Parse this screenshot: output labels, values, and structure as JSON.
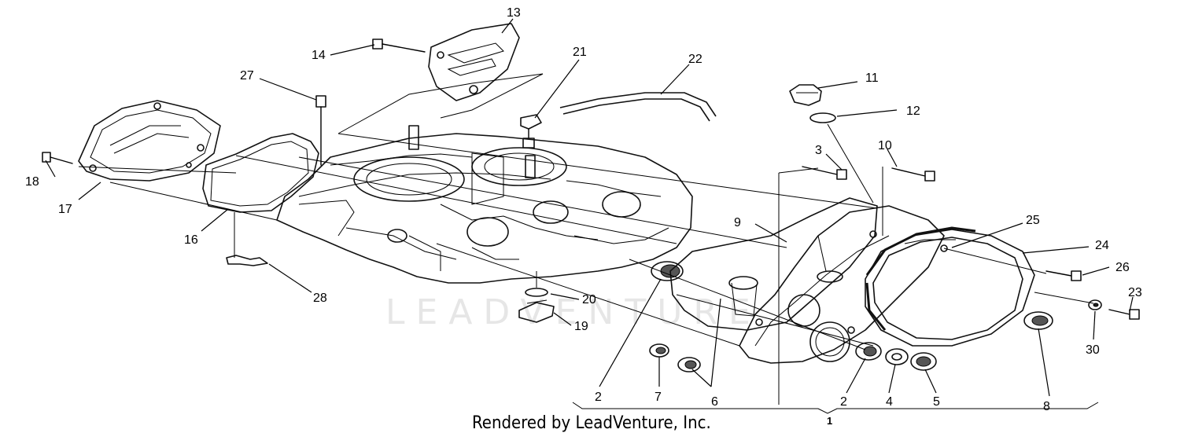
{
  "watermark": "LEADVENTURE",
  "credit": "Rendered by LeadVenture, Inc.",
  "callouts": {
    "c1": "1",
    "c2a": "2",
    "c2b": "2",
    "c3": "3",
    "c4": "4",
    "c5": "5",
    "c6": "6",
    "c7": "7",
    "c8": "8",
    "c9": "9",
    "c10": "10",
    "c11": "11",
    "c12": "12",
    "c13": "13",
    "c14": "14",
    "c16": "16",
    "c17": "17",
    "c18": "18",
    "c19": "19",
    "c20": "20",
    "c21": "21",
    "c22": "22",
    "c23": "23",
    "c24": "24",
    "c25": "25",
    "c26": "26",
    "c27": "27",
    "c28": "28",
    "c30": "30"
  }
}
